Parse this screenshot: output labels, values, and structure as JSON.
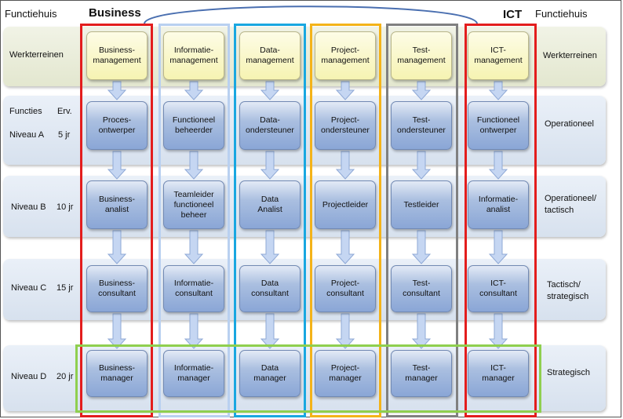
{
  "header": {
    "left_title": "Functiehuis",
    "business": "Business",
    "ict": "ICT",
    "right_title": "Functiehuis"
  },
  "rows": {
    "werkterreinen": {
      "label": "Werkterreinen",
      "right": "Werkterreinen"
    },
    "niveau_a": {
      "functies": "Functies",
      "erv": "Erv.",
      "label": "Niveau A",
      "years": "5 jr",
      "right": "Operationeel"
    },
    "niveau_b": {
      "label": "Niveau B",
      "years": "10 jr",
      "right_line1": "Operationeel/",
      "right_line2": "tactisch"
    },
    "niveau_c": {
      "label": "Niveau C",
      "years": "15 jr",
      "right_line1": "Tactisch/",
      "right_line2": "strategisch"
    },
    "niveau_d": {
      "label": "Niveau D",
      "years": "20 jr",
      "right": "Strategisch"
    }
  },
  "columns": [
    {
      "frame_color": "#e31d1d",
      "w": [
        "Business-",
        "management"
      ],
      "a": [
        "Proces-",
        "ontwerper"
      ],
      "b": [
        "Business-",
        "analist"
      ],
      "c": [
        "Business-",
        "consultant"
      ],
      "d": [
        "Business-",
        "manager"
      ]
    },
    {
      "frame_color": "#b9d0f0",
      "w": [
        "Informatie-",
        "management"
      ],
      "a": [
        "Functioneel",
        "beheerder"
      ],
      "b": [
        "Teamleider",
        "functioneel",
        "beheer"
      ],
      "c": [
        "Informatie-",
        "consultant"
      ],
      "d": [
        "Informatie-",
        "manager"
      ]
    },
    {
      "frame_color": "#19a7e0",
      "w": [
        "Data-",
        "management"
      ],
      "a": [
        "Data-",
        "ondersteuner"
      ],
      "b": [
        "Data",
        "Analist"
      ],
      "c": [
        "Data",
        "consultant"
      ],
      "d": [
        "Data",
        "manager"
      ]
    },
    {
      "frame_color": "#f4b319",
      "w": [
        "Project-",
        "management"
      ],
      "a": [
        "Project-",
        "ondersteuner"
      ],
      "b": [
        "Projectleider"
      ],
      "c": [
        "Project-",
        "consultant"
      ],
      "d": [
        "Project-",
        "manager"
      ]
    },
    {
      "frame_color": "#808080",
      "w": [
        "Test-",
        "management"
      ],
      "a": [
        "Test-",
        "ondersteuner"
      ],
      "b": [
        "Testleider"
      ],
      "c": [
        "Test-",
        "consultant"
      ],
      "d": [
        "Test-",
        "manager"
      ]
    },
    {
      "frame_color": "#e31d1d",
      "w": [
        "ICT-",
        "management"
      ],
      "a": [
        "Functioneel",
        "ontwerper"
      ],
      "b": [
        "Informatie-",
        "analist"
      ],
      "c": [
        "ICT-",
        "consultant"
      ],
      "d": [
        "ICT-",
        "manager"
      ]
    }
  ],
  "highlight_colors": {
    "strategic_row_frame": "#8fcf4f",
    "connector_arc": "#4a6fb0",
    "arrow_fill": "#c5d6f2",
    "arrow_stroke": "#8fa9d6"
  }
}
